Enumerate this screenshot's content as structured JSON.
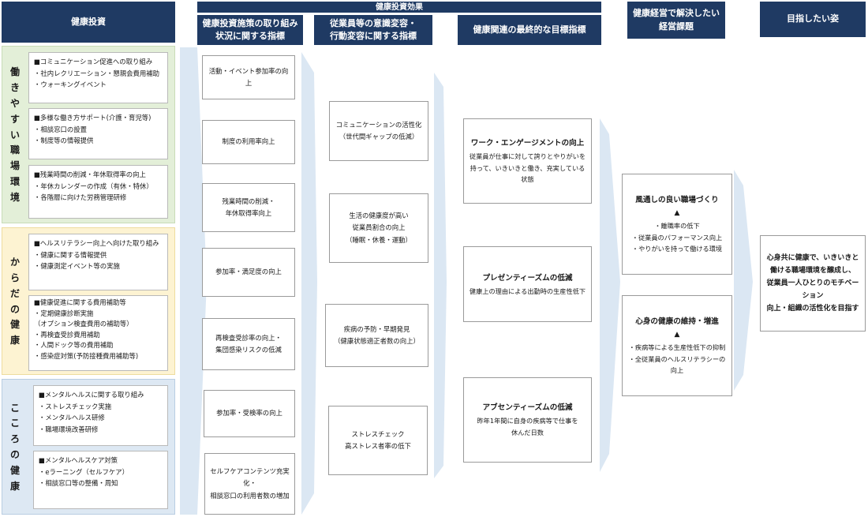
{
  "headers": {
    "investment": "健康投資",
    "effect": "健康投資効果",
    "initiative_metrics": "健康投資施策の取り組み\n状況に関する指標",
    "awareness_metrics": "従業員等の意識変容・\n行動変容に関する指標",
    "final_metrics": "健康関連の最終的な目標指標",
    "issues": "健康経営で解決したい\n経営課題",
    "goal": "目指したい姿"
  },
  "categories": [
    {
      "name": "働きやすい職場環境",
      "color": "#e3efd8",
      "items": [
        "■コミュニケーション促進への取り組み\n・社内レクリエーション・懇親会費用補助\n・ウォーキングイベント",
        "■多様な働き方サポート(介護・育児等)\n・相談窓口の設置\n・制度等の情報提供",
        "■残業時間の削減・年休取得率の向上\n・年休カレンダーの作成（有休・特休）\n・各階層に向けた労務管理研修"
      ]
    },
    {
      "name": "からだの健康",
      "color": "#fdf3d2",
      "items": [
        "■ヘルスリテラシー向上へ向けた取り組み\n・健康に関する情報提供\n・健康測定イベント等の実施",
        "■健康促進に関する費用補助等\n・定期健康診断実施\n（オプション検査費用の補助等）\n・再検査受診費用補助\n・人間ドック等の費用補助\n・感染症対策(予防接種費用補助等)"
      ]
    },
    {
      "name": "こころの健康",
      "color": "#dde8f3",
      "items": [
        "■メンタルヘルスに関する取り組み\n・ストレスチェック実施\n・メンタルヘルス研修\n・職場環境改善研修",
        "■メンタルヘルスケア対策\n・eラーニング（セルフケア）\n・相談窓口等の整備・周知"
      ]
    }
  ],
  "initiative_metrics": [
    "活動・イベント参加率の向上",
    "制度の利用率向上",
    "残業時間の削減・\n年休取得率向上",
    "参加率・満足度の向上",
    "再検査受診率の向上・\n集団感染リスクの低減",
    "参加率・受検率の向上",
    "セルフケアコンテンツ充実化・\n相談窓口の利用者数の増加"
  ],
  "awareness_metrics": [
    "コミュニケーションの活性化\n（世代間ギャップの低減）",
    "生活の健康度が高い\n従業員割合の向上\n（睡眠・休養・運動）",
    "疾病の予防・早期発見\n（健康状態適正者数の向上）",
    "ストレスチェック\n高ストレス者率の低下"
  ],
  "final_metrics": [
    {
      "title": "ワーク・エンゲージメントの向上",
      "desc": "従業員が仕事に対して誇りとやりがいを\n持って、いきいきと働き、充実している状態"
    },
    {
      "title": "プレゼンティーズムの低減",
      "desc": "健康上の理由による出勤時の生産性低下"
    },
    {
      "title": "アブセンティーズムの低減",
      "desc": "昨年1年間に自身の疾病等で仕事を\n休んだ日数"
    }
  ],
  "issues": [
    {
      "title": "風通しの良い職場づくり",
      "marker": "▲",
      "desc": "・離職率の低下\n・従業員のパフォーマンス向上\n・やりがいを持って働ける環境"
    },
    {
      "title": "心身の健康の維持・増進",
      "marker": "▲",
      "desc": "・疾病等による生産性低下の抑制\n・全従業員のヘルスリテラシーの向上"
    }
  ],
  "goal": "心身共に健康で、いきいきと\n働ける職場環境を醸成し、\n従業員一人ひとりのモチベーション\n向上・組織の活性化を目指す",
  "colors": {
    "header": "#1f3a63",
    "arrow": "#dbe7f3"
  }
}
